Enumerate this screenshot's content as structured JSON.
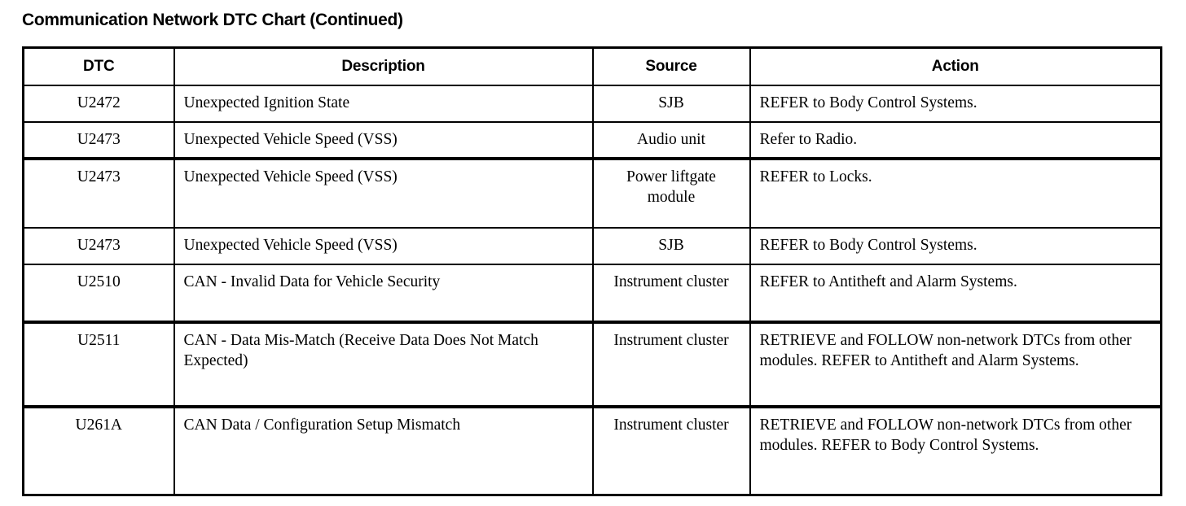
{
  "document": {
    "title": "Communication Network DTC Chart (Continued)"
  },
  "table": {
    "columns": [
      {
        "key": "dtc",
        "label": "DTC",
        "align": "center"
      },
      {
        "key": "description",
        "label": "Description",
        "align": "left"
      },
      {
        "key": "source",
        "label": "Source",
        "align": "center"
      },
      {
        "key": "action",
        "label": "Action",
        "align": "left"
      }
    ],
    "rows": [
      {
        "dtc": "U2472",
        "description": "Unexpected Ignition State",
        "source": "SJB",
        "action": "REFER to Body Control Systems."
      },
      {
        "dtc": "U2473",
        "description": "Unexpected Vehicle Speed (VSS)",
        "source": "Audio unit",
        "action": "Refer to Radio."
      },
      {
        "dtc": "U2473",
        "description": "Unexpected Vehicle Speed (VSS)",
        "source": "Power liftgate module",
        "action": "REFER to Locks."
      },
      {
        "dtc": "U2473",
        "description": "Unexpected Vehicle Speed (VSS)",
        "source": "SJB",
        "action": "REFER to Body Control Systems."
      },
      {
        "dtc": "U2510",
        "description": "CAN - Invalid Data for Vehicle Security",
        "source": "Instrument cluster",
        "action": "REFER to Antitheft and Alarm Systems."
      },
      {
        "dtc": "U2511",
        "description": "CAN - Data Mis-Match (Receive Data Does Not Match Expected)",
        "source": "Instrument cluster",
        "action": "RETRIEVE and FOLLOW non-network DTCs from other modules. REFER to Antitheft and Alarm Systems."
      },
      {
        "dtc": "U261A",
        "description": "CAN Data / Configuration Setup Mismatch",
        "source": "Instrument cluster",
        "action": "RETRIEVE and FOLLOW non-network DTCs from other modules. REFER to Body Control Systems."
      }
    ]
  },
  "colors": {
    "text": "#000000",
    "background": "#ffffff",
    "rule": "#000000"
  }
}
